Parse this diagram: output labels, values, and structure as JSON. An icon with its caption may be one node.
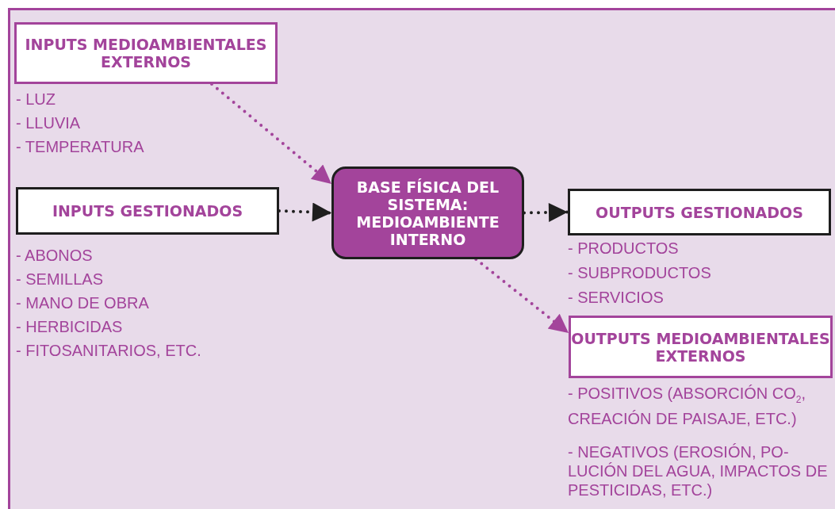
{
  "diagram": {
    "nodes": [
      {
        "text": [
          "INPUTS MEDIOAMBIENTALES EXTERNOS"
        ],
        "beside": [
          "- LUZ",
          "- LLUVIA",
          "- TEMPERATURA"
        ]
      },
      {
        "text": [
          "INPUTS GESTIONADOS"
        ],
        "beside": [
          "- ABONOS",
          "- SEMILLAS",
          "- MANO DE OBRA",
          "- HERBICIDAS",
          "- FITOSANITARIOS, ETC."
        ]
      },
      {
        "text": [
          "BASE FÍSICA DEL SISTEMA: MEDIOAMBIENTE INTERNO"
        ]
      },
      {
        "text": [
          "OUTPUTS GESTIONADOS"
        ],
        "beside": [
          "- PRODUCTOS",
          "- SUBPRODUCTOS",
          "- SERVICIOS"
        ]
      },
      {
        "text": [
          "OUTPUTS MEDIOAMBIENTALES EXTERNOS"
        ],
        "beside": [
          "- POSITIVOS (ABSORCIÓN CO$_{2}$, CREACIÓN DE PAISAJE, ETC.)",
          "- NEGATIVOS (EROSIÓN, PO- LUCIÓN DEL AGUA, IMPACTOS DE PESTICIDAS, ETC.)"
        ]
      }
    ],
    "edges": [
      {
        "from": 0,
        "to": 2,
        "arrow": "to",
        "color": "#a3449b"
      },
      {
        "from": 1,
        "to": 2,
        "arrow": "to",
        "color": "#1e1e1e"
      },
      {
        "from": 2,
        "to": 3,
        "arrow": "to",
        "color": "#1e1e1e"
      },
      {
        "from": 2,
        "to": 4,
        "arrow": "to",
        "color": "#a3449b"
      }
    ]
  }
}
